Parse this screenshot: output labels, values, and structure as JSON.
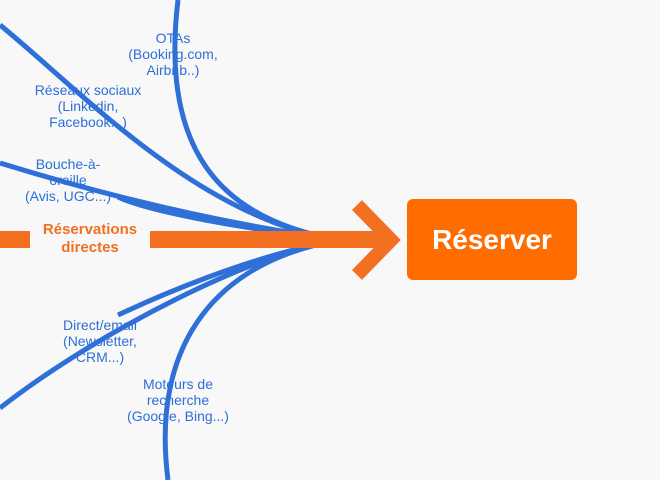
{
  "colors": {
    "background": "#f8f8f8",
    "channel_line": "#2E6FD8",
    "accent": "#F37021",
    "cta_background": "#FF6D00",
    "cta_text": "#FFFFFF"
  },
  "channels": [
    {
      "id": "otas",
      "label": "OTAs\n(Booking.com,\nAirbnb..)"
    },
    {
      "id": "social",
      "label": "Réseaux sociaux\n(Linkedin,\nFacebook...)"
    },
    {
      "id": "word-of-mouth",
      "label": "Bouche-à-\noreille\n(Avis, UGC...)"
    },
    {
      "id": "email",
      "label": "Direct/email\n(Newsletter,\nCRM...)"
    },
    {
      "id": "search",
      "label": "Moteurs de\nrecherche\n(Google, Bing...)"
    }
  ],
  "direct": {
    "label": "Réservations\ndirectes"
  },
  "cta": {
    "label": "Réserver"
  }
}
